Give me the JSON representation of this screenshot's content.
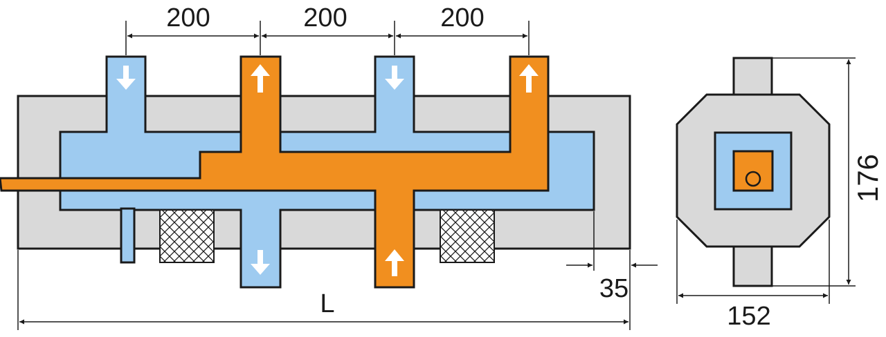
{
  "dimensions": {
    "spacing_1": "200",
    "spacing_2": "200",
    "spacing_3": "200",
    "length": "L",
    "end_offset": "35",
    "width": "152",
    "height": "176"
  },
  "colors": {
    "housing": "#d9d9d9",
    "cold_channel": "#9ecbf0",
    "hot_channel": "#f18f1f",
    "outline": "#1a1a1a",
    "arrow": "#ffffff"
  },
  "flow_arrows": [
    "down",
    "up",
    "down",
    "up",
    "down",
    "up"
  ]
}
